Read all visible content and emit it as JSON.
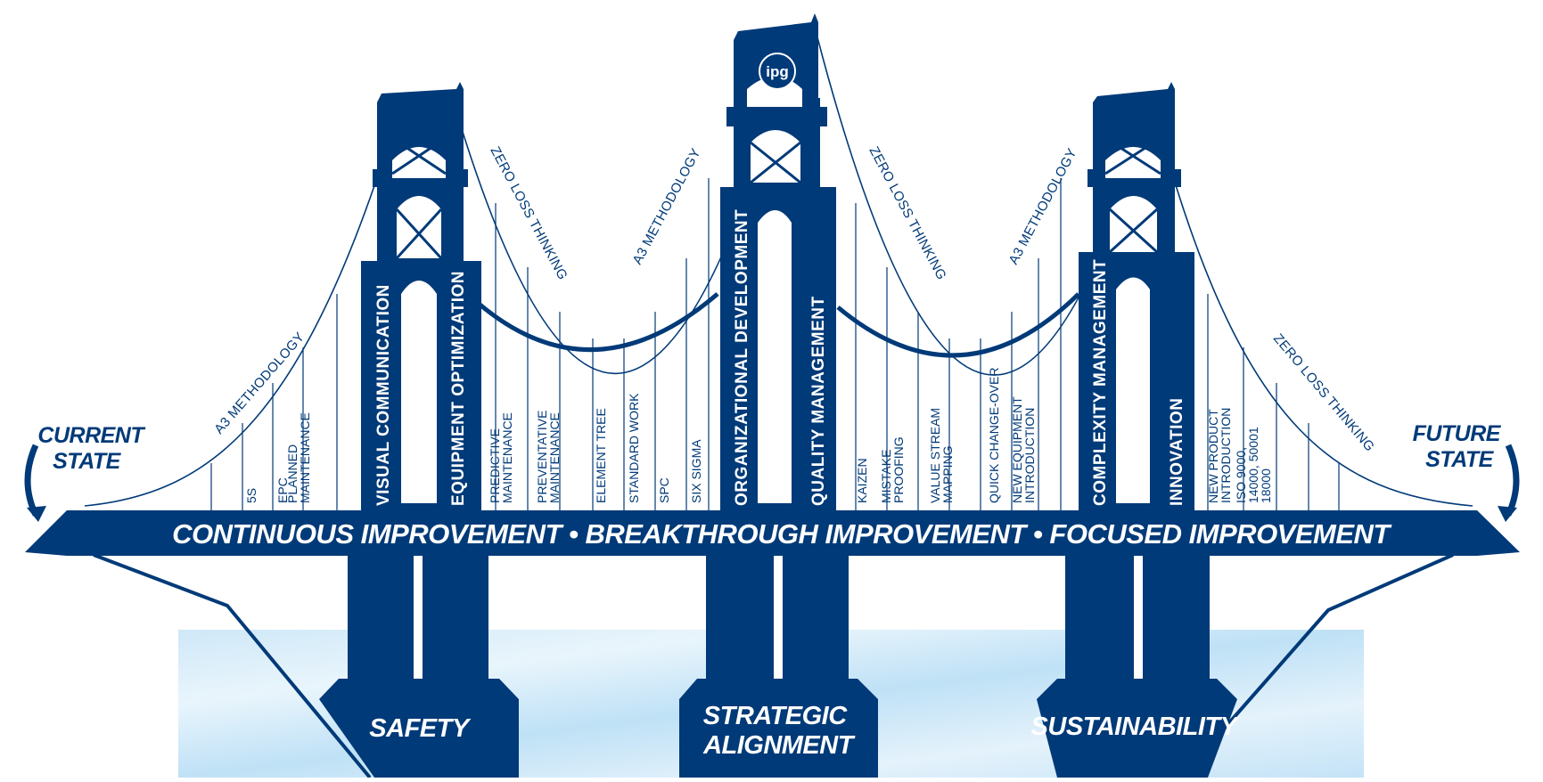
{
  "colors": {
    "navy": "#003a78",
    "water_light": "#d6ecfa",
    "water_mid": "#bfe1f6",
    "white": "#ffffff"
  },
  "logo": {
    "text": "ipg"
  },
  "sides": {
    "current": [
      "CURRENT",
      "STATE"
    ],
    "future": [
      "FUTURE",
      "STATE"
    ]
  },
  "deck": {
    "text": "CONTINUOUS IMPROVEMENT  •  BREAKTHROUGH IMPROVEMENT  •  FOCUSED IMPROVEMENT"
  },
  "piers": {
    "left": [
      "SAFETY"
    ],
    "center": [
      "STRATEGIC",
      "ALIGNMENT"
    ],
    "right": [
      "SUSTAINABILITY"
    ]
  },
  "towers": {
    "left": [
      "VISUAL COMMUNICATION",
      "EQUIPMENT OPTIMIZATION"
    ],
    "center": [
      "ORGANIZATIONAL DEVELOPMENT",
      "QUALITY MANAGEMENT"
    ],
    "right": [
      "COMPLEXITY MANAGEMENT",
      "INNOVATION"
    ]
  },
  "cable_labels": {
    "left_outer": "A3 METHODOLOGY",
    "left_main_desc": "ZERO LOSS THINKING",
    "left_main_asc": "A3 METHODOLOGY",
    "right_main_desc": "ZERO LOSS THINKING",
    "right_main_asc": "A3 METHODOLOGY",
    "right_outer": "ZERO LOSS THINKING"
  },
  "hanger_labels": [
    [
      "5S"
    ],
    [
      "EPC"
    ],
    [
      "PLANNED",
      "MAINTENANCE"
    ],
    [
      "PREDICTIVE",
      "MAINTENANCE"
    ],
    [
      "PREVENTATIVE",
      "MAINTENANCE"
    ],
    [
      "ELEMENT TREE"
    ],
    [
      "STANDARD WORK"
    ],
    [
      "SPC"
    ],
    [
      "SIX SIGMA"
    ],
    [
      "KAIZEN"
    ],
    [
      "MISTAKE",
      "PROOFING"
    ],
    [
      "VALUE STREAM",
      "MAPPING"
    ],
    [
      "QUICK CHANGE-OVER"
    ],
    [
      "NEW EQUIPMENT",
      "INTRODUCTION"
    ],
    [
      "NEW PRODUCT",
      "INTRODUCTION"
    ],
    [
      "ISO 9000,",
      "14000, 50001",
      "18000"
    ]
  ]
}
